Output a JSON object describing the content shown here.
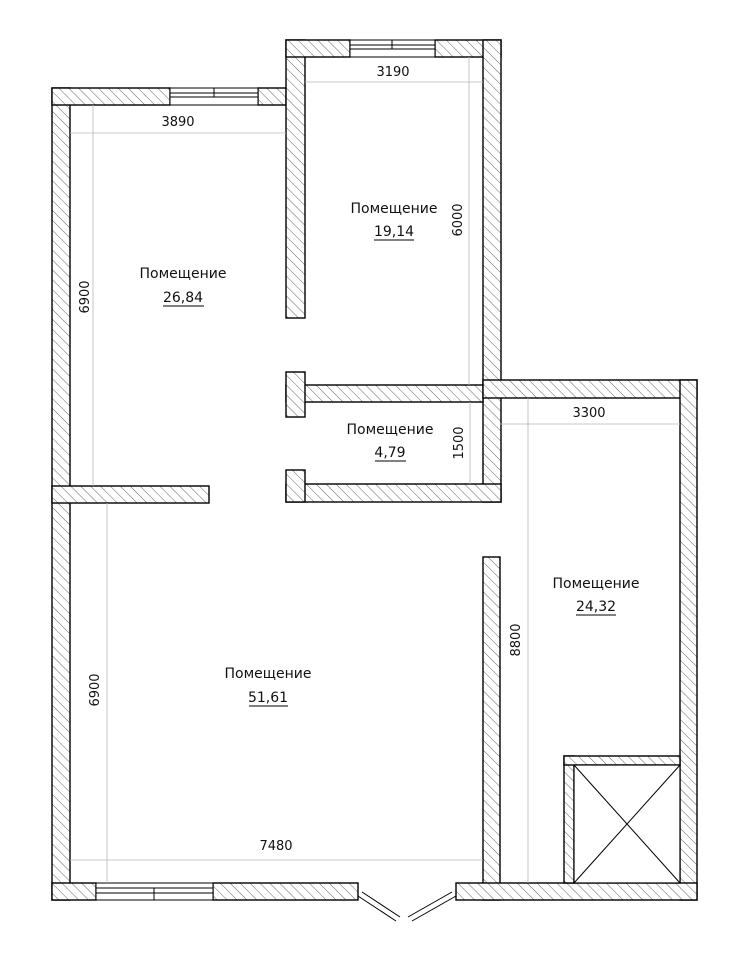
{
  "rooms": [
    {
      "name": "Помещение",
      "area": "26,84"
    },
    {
      "name": "Помещение",
      "area": "19,14"
    },
    {
      "name": "Помещение",
      "area": "4,79"
    },
    {
      "name": "Помещение",
      "area": "24,32"
    },
    {
      "name": "Помещение",
      "area": "51,61"
    }
  ],
  "dimensions": {
    "room1_width": "3890",
    "room1_height": "6900",
    "room2_width": "3190",
    "room2_height": "6000",
    "room3_height": "1500",
    "room4_width": "3300",
    "room4_height": "8800",
    "room5_width": "7480",
    "room5_height": "6900"
  }
}
